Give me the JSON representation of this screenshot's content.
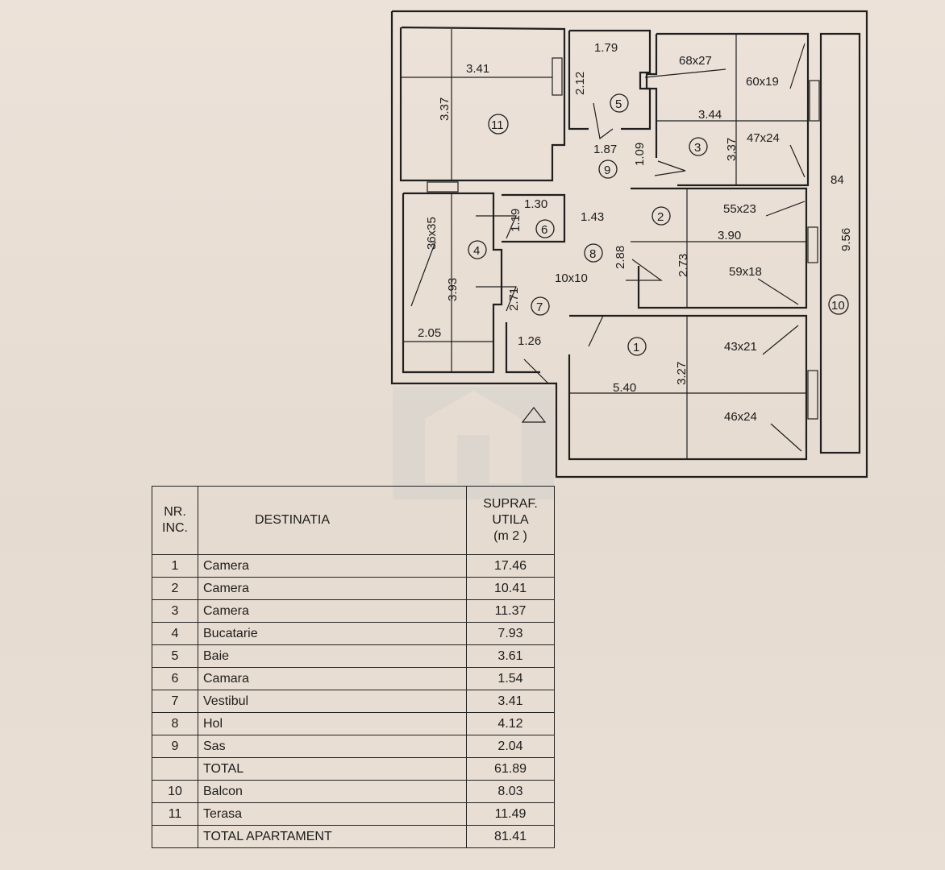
{
  "plan": {
    "dimensions": {
      "d_3_41": "3.41",
      "d_3_37_left": "3.37",
      "d_1_79": "1.79",
      "d_2_12": "2.12",
      "d_68x27": "68x27",
      "d_60x19": "60x19",
      "d_3_44": "3.44",
      "d_3_37_right": "3.37",
      "d_47x24": "47x24",
      "d_1_87": "1.87",
      "d_1_09": "1.09",
      "d_84": "84",
      "d_1_30": "1.30",
      "d_1_19": "1.19",
      "d_1_43": "1.43",
      "d_55x23": "55x23",
      "d_36x35": "36x35",
      "d_3_90": "3.90",
      "d_2_88": "2.88",
      "d_2_73": "2.73",
      "d_9_56": "9.56",
      "d_3_93": "3.93",
      "d_10x10": "10x10",
      "d_59x18": "59x18",
      "d_2_71": "2.71",
      "d_2_05": "2.05",
      "d_1_26": "1.26",
      "d_43x21": "43x21",
      "d_3_27": "3.27",
      "d_5_40": "5.40",
      "d_46x24": "46x24"
    },
    "room_markers": [
      "1",
      "2",
      "3",
      "4",
      "5",
      "6",
      "7",
      "8",
      "9",
      "10",
      "11"
    ]
  },
  "table": {
    "headers": {
      "nr": "NR.",
      "inc": "INC.",
      "destinatia": "DESTINATIA",
      "supraf": "SUPRAF.",
      "utila": "UTILA",
      "unit": "(m 2 )"
    },
    "rows": [
      {
        "nr": "1",
        "name": "Camera",
        "area": "17.46"
      },
      {
        "nr": "2",
        "name": "Camera",
        "area": "10.41"
      },
      {
        "nr": "3",
        "name": "Camera",
        "area": "11.37"
      },
      {
        "nr": "4",
        "name": "Bucatarie",
        "area": "7.93"
      },
      {
        "nr": "5",
        "name": "Baie",
        "area": "3.61"
      },
      {
        "nr": "6",
        "name": "Camara",
        "area": "1.54"
      },
      {
        "nr": "7",
        "name": "Vestibul",
        "area": "3.41"
      },
      {
        "nr": "8",
        "name": "Hol",
        "area": "4.12"
      },
      {
        "nr": "9",
        "name": "Sas",
        "area": "2.04"
      },
      {
        "nr": "",
        "name": "TOTAL",
        "area": "61.89"
      },
      {
        "nr": "10",
        "name": "Balcon",
        "area": "8.03"
      },
      {
        "nr": "11",
        "name": "Terasa",
        "area": "11.49"
      },
      {
        "nr": "",
        "name": "TOTAL APARTAMENT",
        "area": "81.41"
      }
    ]
  }
}
